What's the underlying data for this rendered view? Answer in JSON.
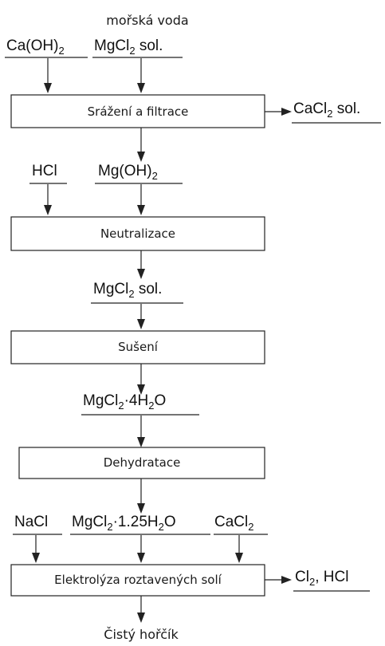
{
  "top_note": "mořská voda",
  "steps": [
    {
      "label": "Srážení a filtrace"
    },
    {
      "label": "Neutralizace"
    },
    {
      "label": "Sušení"
    },
    {
      "label": "Dehydratace"
    },
    {
      "label": "Elektrolýza roztavených solí"
    }
  ],
  "inputs": {
    "caoh2": {
      "base": "Ca(OH)",
      "sub": "2"
    },
    "mgcl2_sol_1": {
      "base": "MgCl",
      "sub": "2",
      "tail": " sol."
    },
    "hcl": {
      "text": "HCl"
    },
    "mgoh2": {
      "base": "Mg(OH)",
      "sub": "2"
    },
    "mgcl2_sol_2": {
      "base": "MgCl",
      "sub": "2",
      "tail": " sol."
    },
    "mgcl2_4h2o": {
      "p1": "MgCl",
      "s1": "2",
      "p2": "·4H",
      "s2": "2",
      "p3": "O"
    },
    "nacl": {
      "text": "NaCl"
    },
    "mgcl2_125h2o": {
      "p1": "MgCl",
      "s1": "2",
      "p2": "·1.25H",
      "s2": "2",
      "p3": "O"
    },
    "cacl2_in": {
      "base": "CaCl",
      "sub": "2"
    }
  },
  "outputs": {
    "cacl2_sol": {
      "base": "CaCl",
      "sub": "2",
      "tail": " sol."
    },
    "cl2_hcl": {
      "base": "Cl",
      "sub": "2",
      "tail": ", HCl"
    }
  },
  "final_product": "Čistý hořčík"
}
